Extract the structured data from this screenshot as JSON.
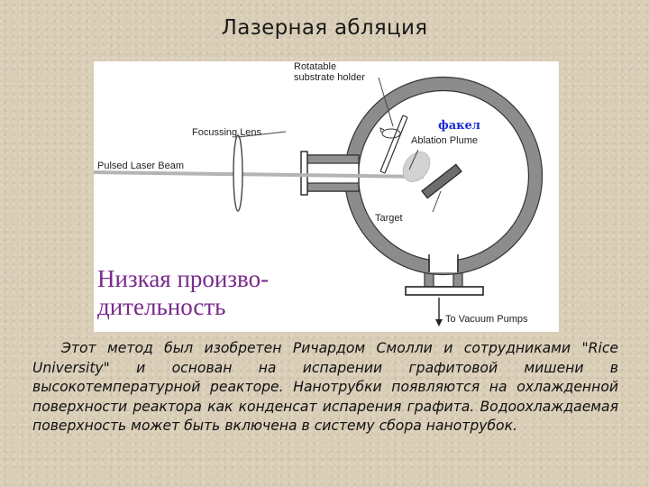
{
  "title": "Лазерная абляция",
  "diagram": {
    "labels": {
      "substrate_holder": "Rotatable\nsubstrate holder",
      "focusing_lens": "Focussing Lens",
      "laser_beam": "Pulsed Laser Beam",
      "plume_ru": "факел",
      "ablation_plume": "Ablation Plume",
      "target": "Target",
      "vacuum": "To Vacuum Pumps"
    },
    "caption_ru": "Низкая произво-\nдительность",
    "colors": {
      "chamber": "#8c8c8c",
      "beam": "#b0b0b0",
      "plume_label": "#1a2bd6",
      "caption": "#7a2a8c"
    }
  },
  "body_text": "Этот метод был изобретен Ричардом Смолли и сотрудниками \"Rice University\" и основан на испарении графитовой мишени в высокотемпературной реакторе. Нанотрубки появляются на охлажденной поверхности реактора как конденсат испарения графита. Водоохлаждаемая поверхность может быть включена в систему сбора нанотрубок."
}
